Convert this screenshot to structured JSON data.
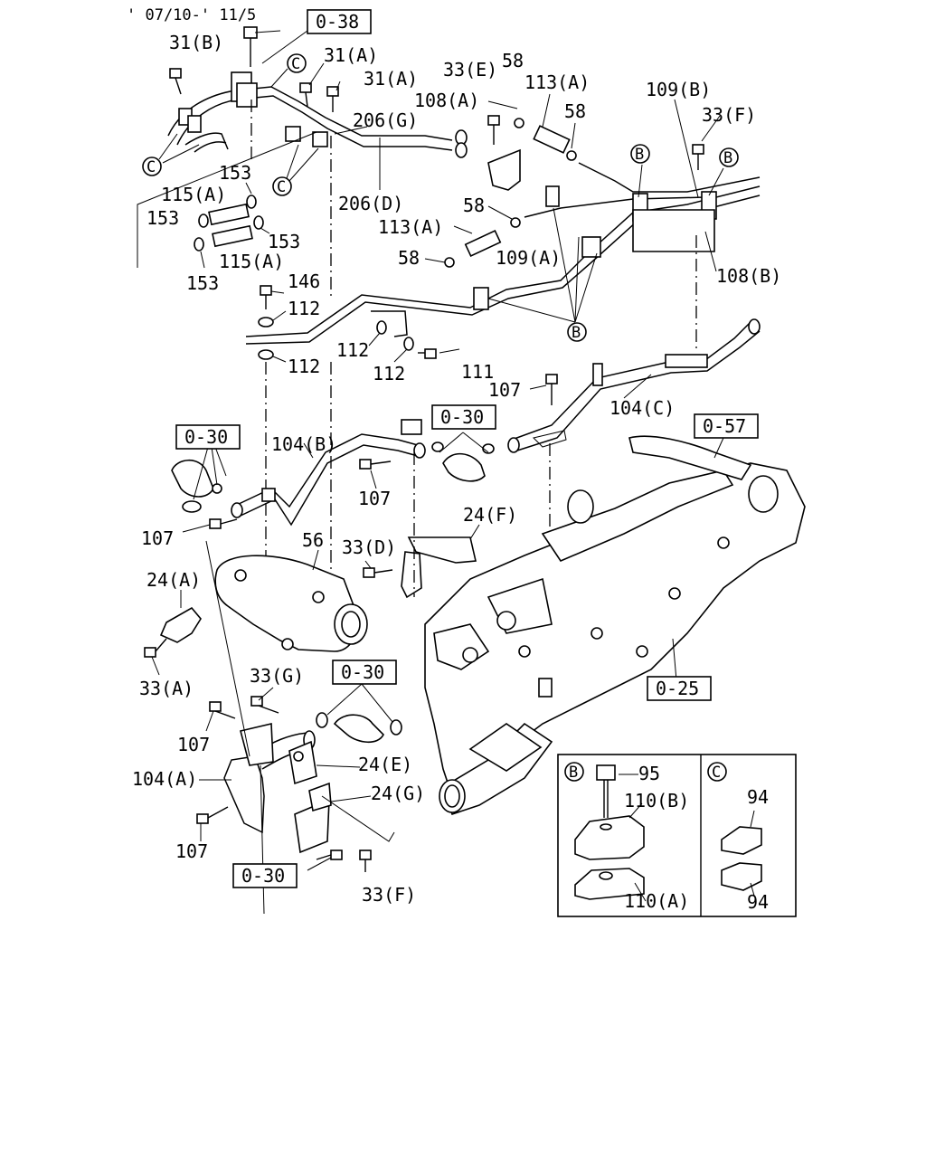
{
  "date_range": "' 07/10-' 11/5",
  "refs": {
    "r038": "0-38",
    "r030a": "0-30",
    "r030b": "0-30",
    "r030c": "0-30",
    "r030d": "0-30",
    "r057": "0-57",
    "r025": "0-25"
  },
  "callouts": {
    "c31b": "31(B)",
    "c31a1": "31(A)",
    "c31a2": "31(A)",
    "c206g": "206(G)",
    "c206d": "206(D)",
    "c153a": "153",
    "c115a1": "115(A)",
    "c153b": "153",
    "c153c": "153",
    "c115a2": "115(A)",
    "c153d": "153",
    "c33e": "33(E)",
    "c58a": "58",
    "c113a1": "113(A)",
    "c108a": "108(A)",
    "c58b": "58",
    "c109b": "109(B)",
    "c33f1": "33(F)",
    "c58c": "58",
    "c113a2": "113(A)",
    "c58d": "58",
    "c109a": "109(A)",
    "c108b": "108(B)",
    "c146": "146",
    "c112a": "112",
    "c112b": "112",
    "c112c": "112",
    "c112d": "112",
    "c111": "111",
    "c107a": "107",
    "c104c": "104(C)",
    "c104b": "104(B)",
    "c107b": "107",
    "c107c": "107",
    "c24f": "24(F)",
    "c56": "56",
    "c33d": "33(D)",
    "c24a": "24(A)",
    "c33a": "33(A)",
    "c33g": "33(G)",
    "c107d": "107",
    "c24e": "24(E)",
    "c104a": "104(A)",
    "c24g": "24(G)",
    "c107e": "107",
    "c33f2": "33(F)"
  },
  "markers": {
    "mc1": "C",
    "mc2": "C",
    "mc3": "C",
    "mb1": "B",
    "mb2": "B",
    "mb3": "B"
  },
  "inset": {
    "b_marker": "B",
    "c_marker": "C",
    "b95": "95",
    "b110b": "110(B)",
    "b110a": "110(A)",
    "c94a": "94",
    "c94b": "94"
  }
}
